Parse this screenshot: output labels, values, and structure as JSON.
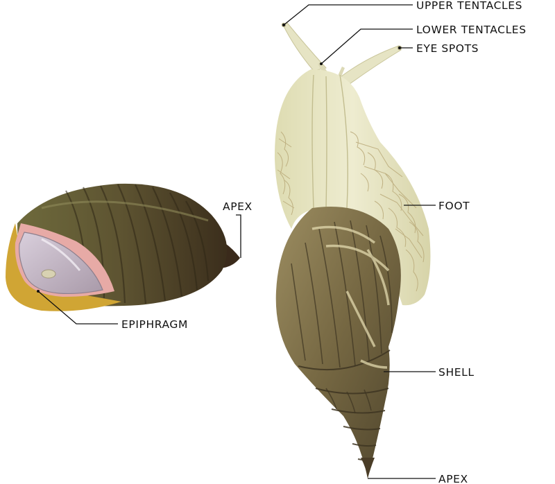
{
  "labels": {
    "upper_tentacles": "UPPER TENTACLES",
    "lower_tentacles": "LOWER TENTACLES",
    "eye_spots": "EYE SPOTS",
    "foot": "FOOT",
    "shell": "SHELL",
    "apex_right": "APEX",
    "apex_left": "APEX",
    "epiphragm": "EPIPHRAGM"
  },
  "colors": {
    "body": "#e8e6c2",
    "body_shade": "#d6d3a6",
    "foot_texture": "#b9a978",
    "shell_dark": "#5a4f33",
    "shell_mid": "#7d6e47",
    "shell_light": "#b3a57a",
    "shell_stripe": "#3e3522",
    "epiphragm": "#c8b9c6",
    "lip_pink": "#e7aaa6",
    "rim_yellow": "#d0a534"
  }
}
